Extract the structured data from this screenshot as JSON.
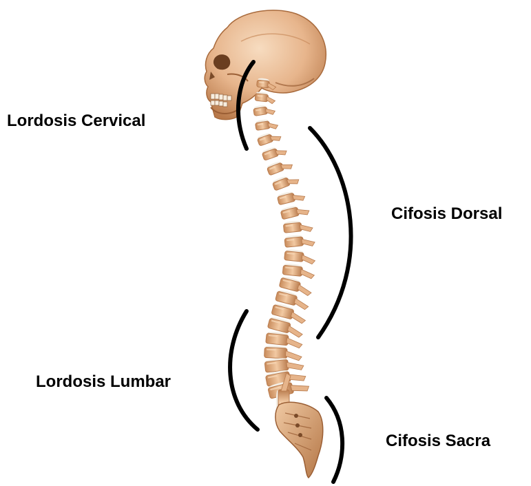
{
  "labels": {
    "cervical": "Lordosis Cervical",
    "dorsal": "Cifosis Dorsal",
    "lumbar": "Lordosis Lumbar",
    "sacra": "Cifosis Sacra"
  },
  "colors": {
    "background": "#ffffff",
    "bone": "#e6b48a",
    "bone_shadow": "#b87a4c",
    "bone_highlight": "#f6d7b6",
    "disc": "#f4efe6",
    "curve_marker": "#000000",
    "text": "#000000"
  },
  "icons": {
    "skull": "skull-illustration",
    "spine": "spine-illustration"
  }
}
